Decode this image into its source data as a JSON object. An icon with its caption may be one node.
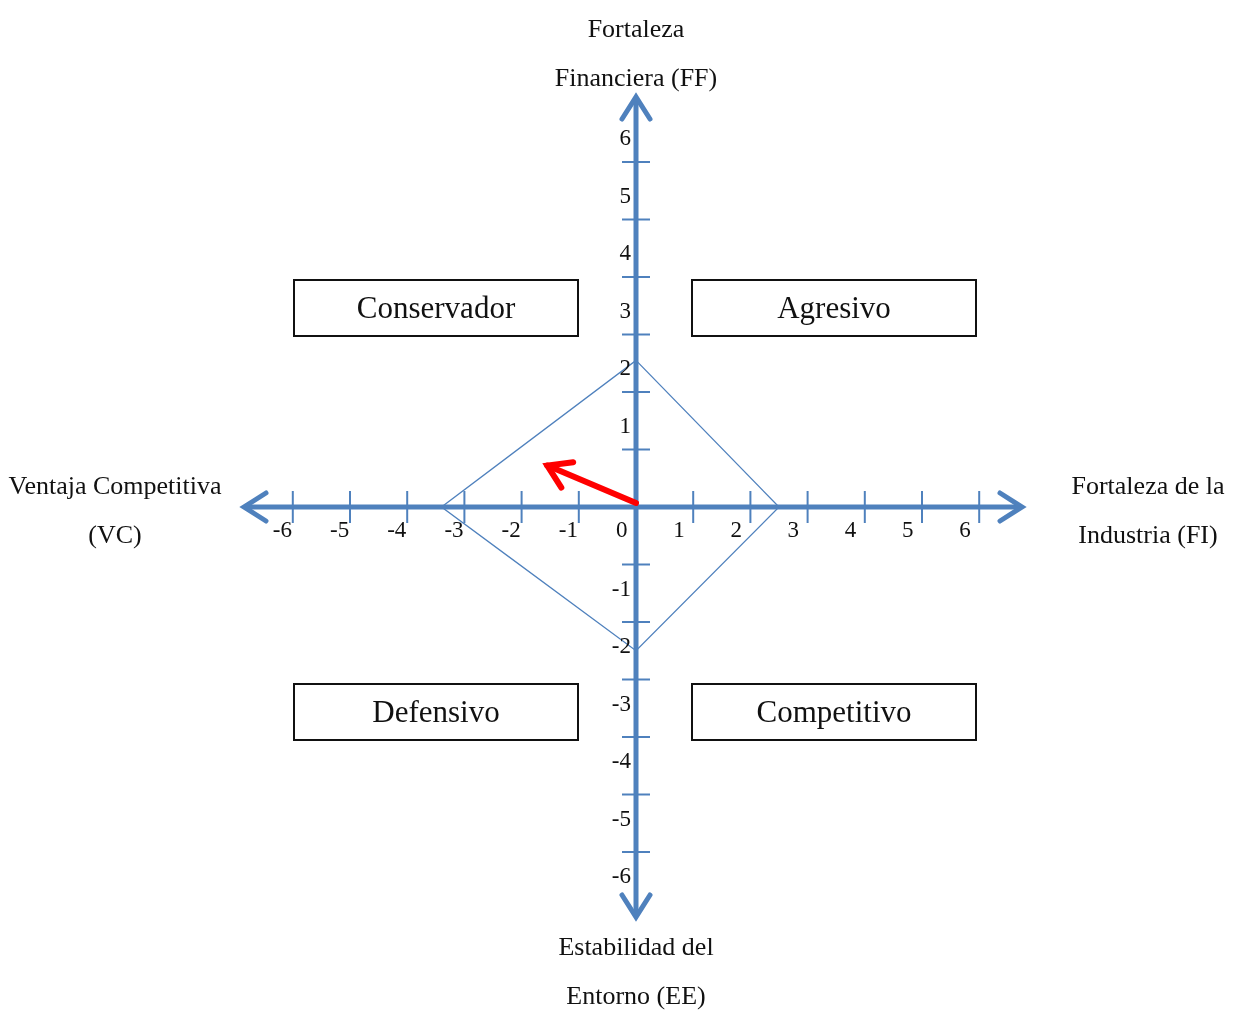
{
  "diagram": {
    "nodes": [
      {
        "text": [
          "Conservador"
        ]
      },
      {
        "text": [
          "Agresivo"
        ]
      },
      {
        "text": [
          "Defensivo"
        ]
      },
      {
        "text": [
          "Competitivo"
        ]
      }
    ],
    "labels": [
      "Fortaleza Financiera (FF)",
      "Ventaja Competitiva (VC)",
      "Fortaleza de la Industria (FI)",
      "6",
      "5",
      "4",
      "3",
      "2",
      "1",
      "-6",
      "-5",
      "-4",
      "-3",
      "-2",
      "-1",
      "0",
      "1",
      "2",
      "3",
      "4",
      "5",
      "6",
      "-1",
      "-2",
      "-3",
      "-4",
      "-5",
      "-6",
      "Estabilidad del Entorno (EE)"
    ]
  }
}
